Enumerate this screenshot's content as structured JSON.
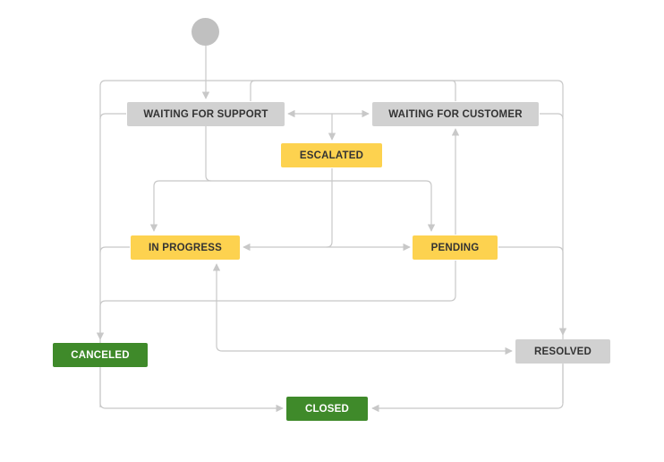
{
  "colors": {
    "status_todo": "#d1d1d1",
    "status_in_progress": "#fdd24f",
    "status_done": "#3f8a2a",
    "start_node": "#c0c0c0",
    "transition_line": "#c8c8c8"
  },
  "statuses": {
    "waiting_for_support": "WAITING FOR SUPPORT",
    "waiting_for_customer": "WAITING FOR CUSTOMER",
    "escalated": "ESCALATED",
    "in_progress": "IN PROGRESS",
    "pending": "PENDING",
    "canceled": "CANCELED",
    "resolved": "RESOLVED",
    "closed": "CLOSED"
  }
}
